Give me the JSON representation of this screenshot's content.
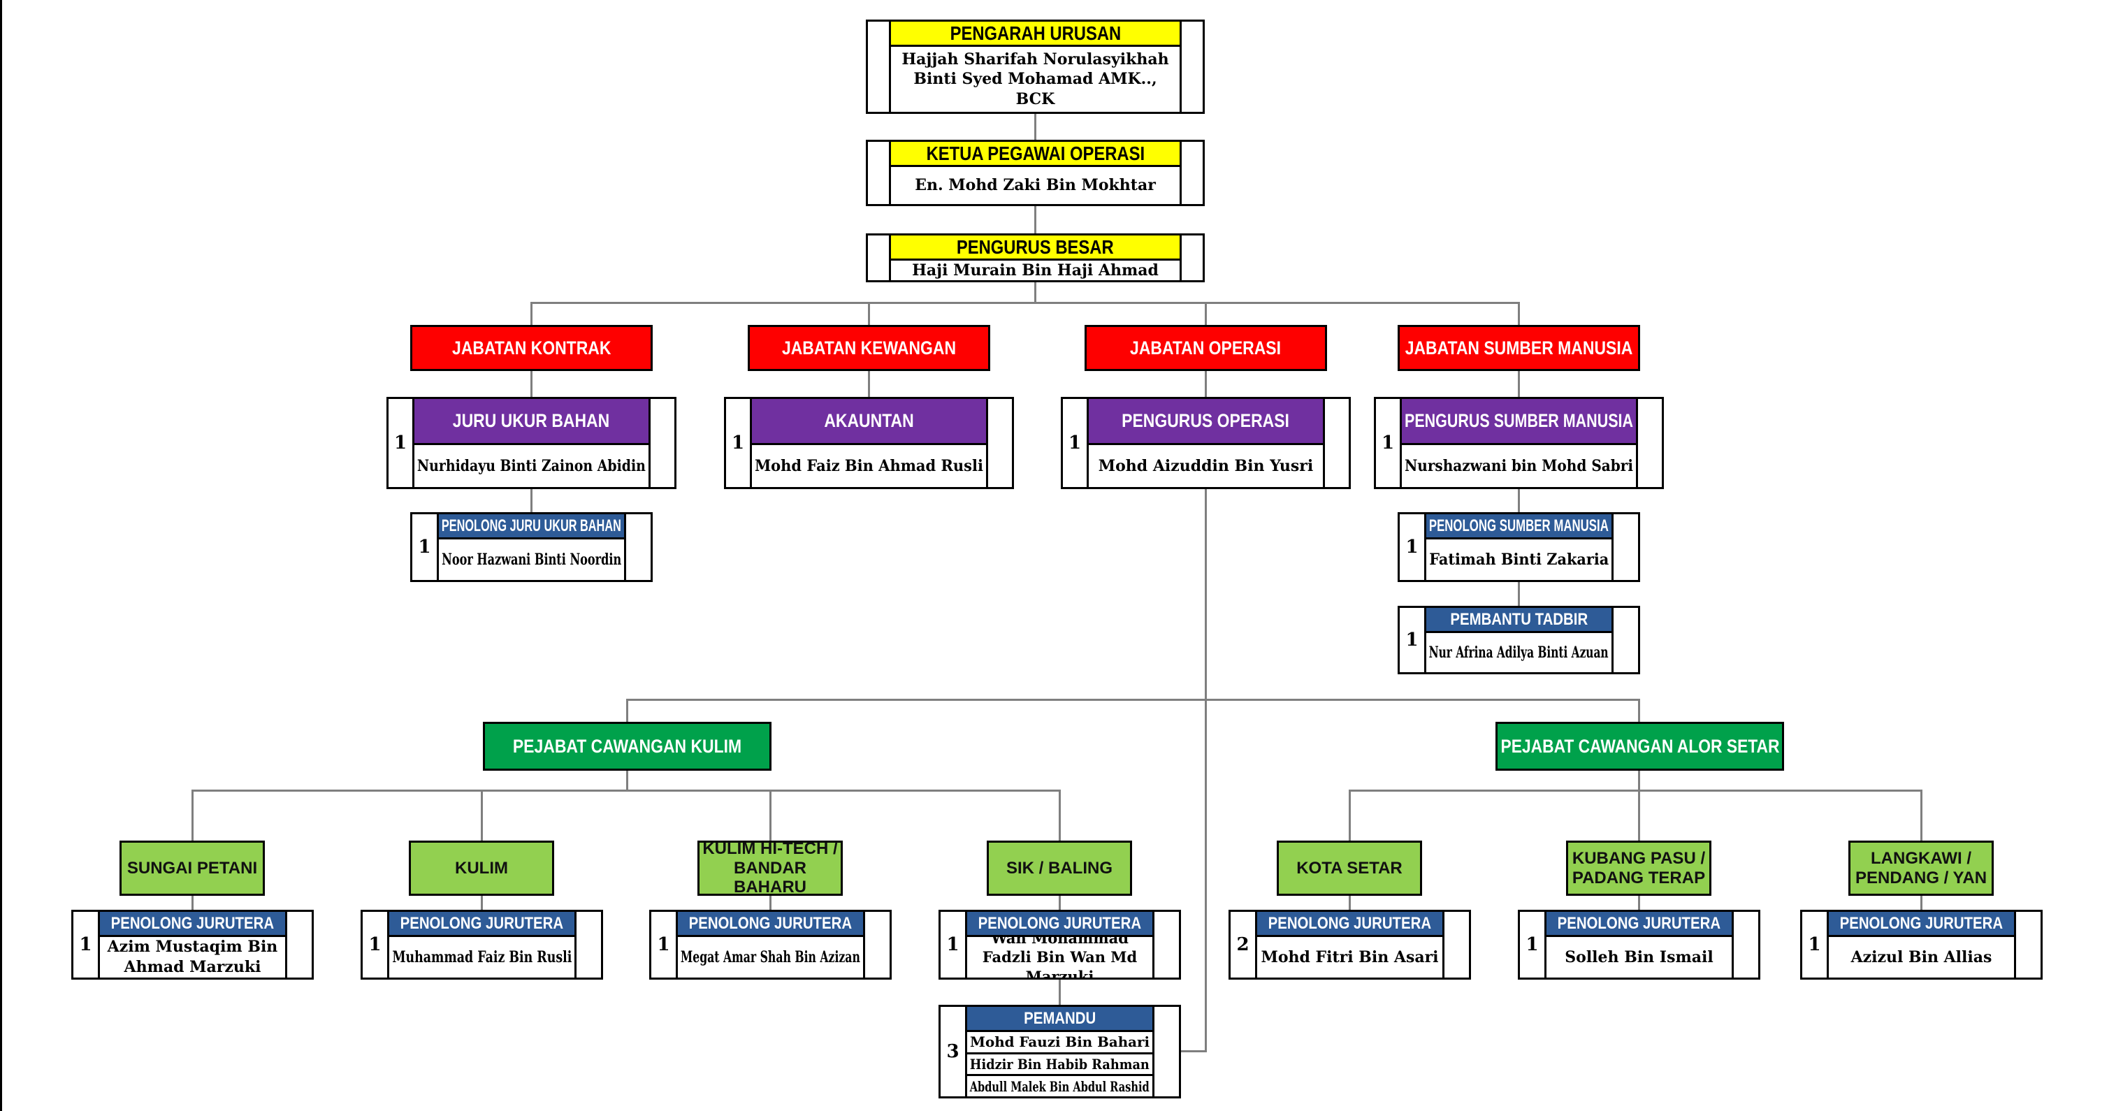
{
  "palette": {
    "yellow": "#ffff00",
    "red": "#fe0000",
    "purple": "#7030a0",
    "blue": "#2e5b97",
    "green": "#00a14b",
    "light_green": "#92d050",
    "line_gray": "#7f7f7f",
    "border": "#000000"
  },
  "executives": [
    {
      "title": "PENGARAH URUSAN",
      "name": "Hajjah Sharifah Norulasyikhah Binti Syed Mohamad AMK.., BCK"
    },
    {
      "title": "KETUA PEGAWAI OPERASI",
      "name": "En. Mohd Zaki Bin Mokhtar"
    },
    {
      "title": "PENGURUS BESAR",
      "name": "Haji Murain Bin Haji Ahmad"
    }
  ],
  "departments": [
    {
      "label": "JABATAN KONTRAK",
      "role": {
        "title": "JURU UKUR BAHAN",
        "count": "1",
        "name": "Nurhidayu Binti Zainon Abidin"
      },
      "assistant": {
        "title": "PENOLONG JURU UKUR BAHAN",
        "count": "1",
        "name": "Noor Hazwani Binti Noordin"
      }
    },
    {
      "label": "JABATAN KEWANGAN",
      "role": {
        "title": "AKAUNTAN",
        "count": "1",
        "name": "Mohd Faiz Bin Ahmad Rusli"
      }
    },
    {
      "label": "JABATAN OPERASI",
      "role": {
        "title": "PENGURUS OPERASI",
        "count": "1",
        "name": "Mohd Aizuddin Bin Yusri"
      }
    },
    {
      "label": "JABATAN SUMBER MANUSIA",
      "role": {
        "title": "PENGURUS SUMBER MANUSIA",
        "count": "1",
        "name": "Nurshazwani bin Mohd Sabri"
      },
      "assistants": [
        {
          "title": "PENOLONG SUMBER MANUSIA",
          "count": "1",
          "name": "Fatimah Binti Zakaria"
        },
        {
          "title": "PEMBANTU TADBIR",
          "count": "1",
          "name": "Nur Afrina Adilya Binti Azuan"
        }
      ]
    }
  ],
  "offices": [
    {
      "label": "PEJABAT CAWANGAN KULIM",
      "branches": [
        {
          "label": "SUNGAI PETANI",
          "role_title": "PENOLONG JURUTERA",
          "count": "1",
          "name": "Azim Mustaqim Bin Ahmad Marzuki"
        },
        {
          "label": "KULIM",
          "role_title": "PENOLONG JURUTERA",
          "count": "1",
          "name": "Muhammad Faiz Bin Rusli"
        },
        {
          "label": "KULIM HI-TECH / BANDAR BAHARU",
          "role_title": "PENOLONG JURUTERA",
          "count": "1",
          "name": "Megat Amar Shah Bin Azizan"
        },
        {
          "label": "SIK / BALING",
          "role_title": "PENOLONG JURUTERA",
          "count": "1",
          "name": "Wan Mohammad Fadzli Bin Wan Md Marzuki",
          "drivers": {
            "title": "PEMANDU",
            "count": "3",
            "names": [
              "Mohd Fauzi Bin Bahari",
              "Hidzir Bin Habib Rahman",
              "Abdull Malek Bin Abdul Rashid"
            ]
          }
        }
      ]
    },
    {
      "label": "PEJABAT CAWANGAN ALOR SETAR",
      "branches": [
        {
          "label": "KOTA SETAR",
          "role_title": "PENOLONG JURUTERA",
          "count": "2",
          "name": "Mohd Fitri Bin Asari"
        },
        {
          "label": "KUBANG PASU / PADANG TERAP",
          "role_title": "PENOLONG JURUTERA",
          "count": "1",
          "name": "Solleh Bin Ismail"
        },
        {
          "label": "LANGKAWI / PENDANG / YAN",
          "role_title": "PENOLONG JURUTERA",
          "count": "1",
          "name": "Azizul Bin Allias"
        }
      ]
    }
  ]
}
